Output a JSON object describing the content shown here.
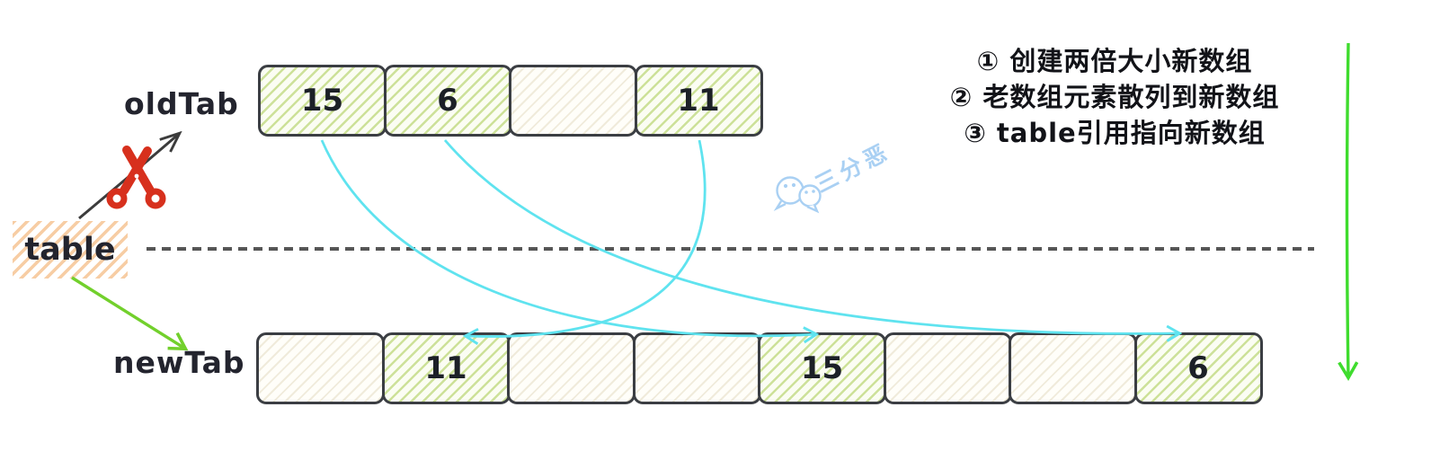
{
  "labels": {
    "old_array": "oldTab",
    "new_array": "newTab",
    "table_ref": "table"
  },
  "old_cells": [
    "15",
    "6",
    "",
    "11"
  ],
  "new_cells": [
    "",
    "11",
    "",
    "",
    "15",
    "",
    "",
    "6"
  ],
  "annotations": {
    "step1": "① 创建两倍大小新数组",
    "step2": "② 老数组元素散列到新数组",
    "step3": "③ table引用指向新数组"
  },
  "watermark": {
    "text": "三分恶",
    "icon": "wechat-icon"
  },
  "colors": {
    "cell_border": "#3b3e43",
    "filled_hatch": "#cde199",
    "empty_hatch": "#eee8d6",
    "table_hatch": "#f7cda4",
    "cyan_arrow": "#5fe3ef",
    "green_arrow": "#58d42c",
    "red_scissors": "#d7301d",
    "dashed_divider": "#565656",
    "watermark_blue": "#a9d0f3"
  }
}
